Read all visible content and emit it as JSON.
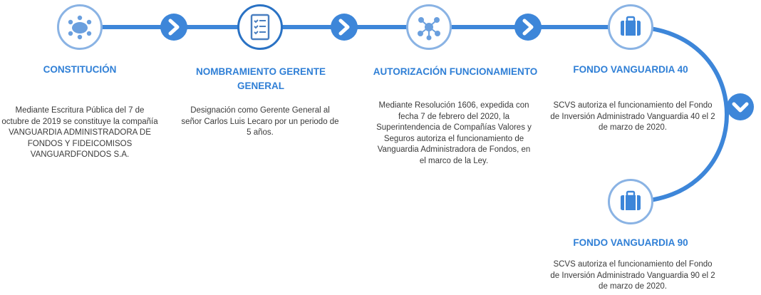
{
  "colors": {
    "line": "#3d86d9",
    "accent": "#2f7fd6",
    "ring": "#8ab3e4",
    "text": "#3a3a3a"
  },
  "steps": [
    {
      "icon": "meeting-table-icon",
      "title": "CONSTITUCIÓN",
      "description": "Mediante Escritura Pública del 7 de octubre de 2019 se constituye la compañía VANGUARDIA ADMINISTRADORA DE FONDOS Y FIDEICOMISOS VANGUARDFONDOS S.A."
    },
    {
      "icon": "checklist-icon",
      "title": "NOMBRAMIENTO GERENTE GENERAL",
      "description": "Designación como Gerente General al señor Carlos Luis Lecaro por un periodo de 5 años."
    },
    {
      "icon": "network-icon",
      "title": "AUTORIZACIÓN FUNCIONAMIENTO",
      "description": "Mediante Resolución 1606, expedida con fecha 7 de febrero del 2020, la Superintendencia de Compañías Valores y Seguros autoriza el funcionamiento de Vanguardia Administradora de Fondos, en el marco de la Ley."
    },
    {
      "icon": "briefcase-icon",
      "title": "FONDO VANGUARDIA 40",
      "description": "SCVS autoriza el funcionamiento del Fondo de Inversión Administrado Vanguardia 40 el 2 de marzo de 2020."
    },
    {
      "icon": "briefcase-icon",
      "title": "FONDO VANGUARDIA 90",
      "description": "SCVS autoriza el funcionamiento del Fondo de Inversión Administrado Vanguardia 90 el 2 de marzo de 2020."
    }
  ]
}
